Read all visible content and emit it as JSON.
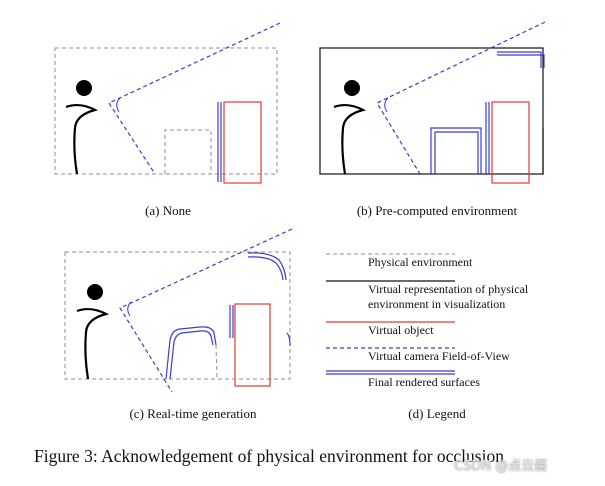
{
  "panels": {
    "a": {
      "caption": "(a) None"
    },
    "b": {
      "caption": "(b) Pre-computed environment"
    },
    "c": {
      "caption": "(c) Real-time generation"
    },
    "d": {
      "caption": "(d) Legend"
    }
  },
  "legend": {
    "items": [
      {
        "label_lines": [
          "Physical environment"
        ],
        "style": "gray-dashed"
      },
      {
        "label_lines": [
          "Virtual representation of physical",
          "environment in visualization"
        ],
        "style": "black-solid"
      },
      {
        "label_lines": [
          "Virtual object"
        ],
        "style": "red-solid"
      },
      {
        "label_lines": [
          "Virtual camera Field-of-View"
        ],
        "style": "blue-dashed"
      },
      {
        "label_lines": [
          "Final rendered surfaces"
        ],
        "style": "blue-double"
      }
    ]
  },
  "figure_caption": "Figure 3: Acknowledgement of physical environment for occlusion",
  "watermark": "CSDN @点云酱",
  "colors": {
    "physical": "#909090",
    "virtual_rep": "#111111",
    "virtual_object": "#e23a3a",
    "fov": "#3b3bd6",
    "rendered": "#3b3bd6"
  }
}
